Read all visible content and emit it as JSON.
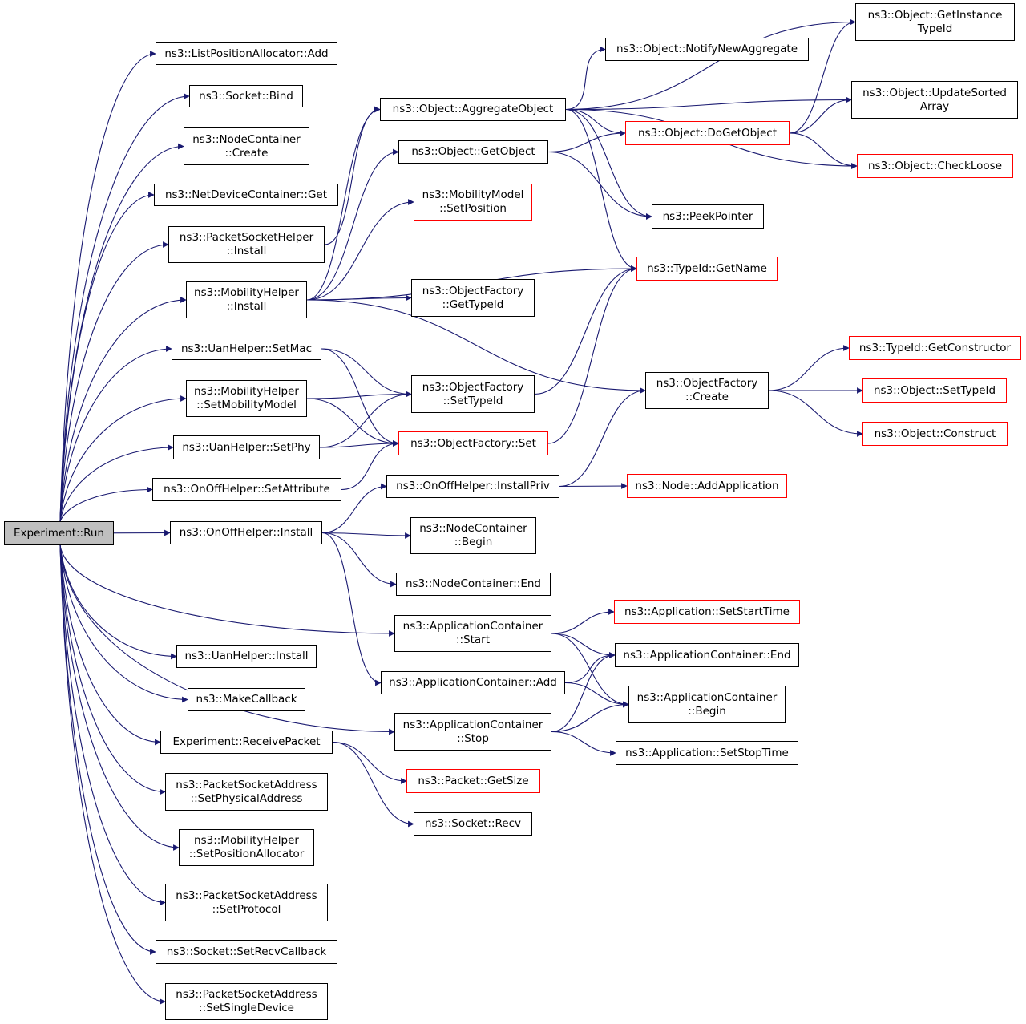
{
  "graph": {
    "edge_color": "#191970",
    "nodes": {
      "run": {
        "lines": [
          "Experiment::Run"
        ],
        "style": "root"
      },
      "lpa_add": {
        "lines": [
          "ns3::ListPositionAllocator::Add"
        ],
        "style": "normal"
      },
      "sock_bind": {
        "lines": [
          "ns3::Socket::Bind"
        ],
        "style": "normal"
      },
      "nc_create": {
        "lines": [
          "ns3::NodeContainer",
          "::Create"
        ],
        "style": "normal"
      },
      "ndc_get": {
        "lines": [
          "ns3::NetDeviceContainer::Get"
        ],
        "style": "normal"
      },
      "psh_install": {
        "lines": [
          "ns3::PacketSocketHelper",
          "::Install"
        ],
        "style": "normal"
      },
      "mh_install": {
        "lines": [
          "ns3::MobilityHelper",
          "::Install"
        ],
        "style": "normal"
      },
      "uan_setmac": {
        "lines": [
          "ns3::UanHelper::SetMac"
        ],
        "style": "normal"
      },
      "mh_setmm": {
        "lines": [
          "ns3::MobilityHelper",
          "::SetMobilityModel"
        ],
        "style": "normal"
      },
      "uan_setphy": {
        "lines": [
          "ns3::UanHelper::SetPhy"
        ],
        "style": "normal"
      },
      "ooh_setattr": {
        "lines": [
          "ns3::OnOffHelper::SetAttribute"
        ],
        "style": "normal"
      },
      "ooh_install": {
        "lines": [
          "ns3::OnOffHelper::Install"
        ],
        "style": "normal"
      },
      "uan_install": {
        "lines": [
          "ns3::UanHelper::Install"
        ],
        "style": "normal"
      },
      "make_cb": {
        "lines": [
          "ns3::MakeCallback"
        ],
        "style": "normal"
      },
      "recv_pkt": {
        "lines": [
          "Experiment::ReceivePacket"
        ],
        "style": "normal"
      },
      "psa_setphys": {
        "lines": [
          "ns3::PacketSocketAddress",
          "::SetPhysicalAddress"
        ],
        "style": "normal"
      },
      "mh_setpa": {
        "lines": [
          "ns3::MobilityHelper",
          "::SetPositionAllocator"
        ],
        "style": "normal"
      },
      "psa_setproto": {
        "lines": [
          "ns3::PacketSocketAddress",
          "::SetProtocol"
        ],
        "style": "normal"
      },
      "sock_setrecvcb": {
        "lines": [
          "ns3::Socket::SetRecvCallback"
        ],
        "style": "normal"
      },
      "psa_setsingle": {
        "lines": [
          "ns3::PacketSocketAddress",
          "::SetSingleDevice"
        ],
        "style": "normal"
      },
      "obj_aggregate": {
        "lines": [
          "ns3::Object::AggregateObject"
        ],
        "style": "normal"
      },
      "obj_getobject": {
        "lines": [
          "ns3::Object::GetObject"
        ],
        "style": "normal"
      },
      "mm_setpos": {
        "lines": [
          "ns3::MobilityModel",
          "::SetPosition"
        ],
        "style": "red"
      },
      "of_gettypeid": {
        "lines": [
          "ns3::ObjectFactory",
          "::GetTypeId"
        ],
        "style": "normal"
      },
      "of_settypeid": {
        "lines": [
          "ns3::ObjectFactory",
          "::SetTypeId"
        ],
        "style": "normal"
      },
      "of_set": {
        "lines": [
          "ns3::ObjectFactory::Set"
        ],
        "style": "red"
      },
      "ooh_installpriv": {
        "lines": [
          "ns3::OnOffHelper::InstallPriv"
        ],
        "style": "normal"
      },
      "nc_begin": {
        "lines": [
          "ns3::NodeContainer",
          "::Begin"
        ],
        "style": "normal"
      },
      "nc_end": {
        "lines": [
          "ns3::NodeContainer::End"
        ],
        "style": "normal"
      },
      "ac_start": {
        "lines": [
          "ns3::ApplicationContainer",
          "::Start"
        ],
        "style": "normal"
      },
      "ac_add": {
        "lines": [
          "ns3::ApplicationContainer::Add"
        ],
        "style": "normal"
      },
      "ac_stop": {
        "lines": [
          "ns3::ApplicationContainer",
          "::Stop"
        ],
        "style": "normal"
      },
      "pkt_getsize": {
        "lines": [
          "ns3::Packet::GetSize"
        ],
        "style": "red"
      },
      "sock_recv": {
        "lines": [
          "ns3::Socket::Recv"
        ],
        "style": "normal"
      },
      "obj_notify": {
        "lines": [
          "ns3::Object::NotifyNewAggregate"
        ],
        "style": "normal"
      },
      "obj_dogetobject": {
        "lines": [
          "ns3::Object::DoGetObject"
        ],
        "style": "red"
      },
      "peekpointer": {
        "lines": [
          "ns3::PeekPointer"
        ],
        "style": "normal"
      },
      "typeid_getname": {
        "lines": [
          "ns3::TypeId::GetName"
        ],
        "style": "red"
      },
      "of_create": {
        "lines": [
          "ns3::ObjectFactory",
          "::Create"
        ],
        "style": "normal"
      },
      "node_addapp": {
        "lines": [
          "ns3::Node::AddApplication"
        ],
        "style": "red"
      },
      "app_setstart": {
        "lines": [
          "ns3::Application::SetStartTime"
        ],
        "style": "red"
      },
      "ac_end": {
        "lines": [
          "ns3::ApplicationContainer::End"
        ],
        "style": "normal"
      },
      "ac_begin": {
        "lines": [
          "ns3::ApplicationContainer",
          "::Begin"
        ],
        "style": "normal"
      },
      "app_setstop": {
        "lines": [
          "ns3::Application::SetStopTime"
        ],
        "style": "normal"
      },
      "obj_getinst": {
        "lines": [
          "ns3::Object::GetInstance",
          "TypeId"
        ],
        "style": "normal"
      },
      "obj_updsorted": {
        "lines": [
          "ns3::Object::UpdateSorted",
          "Array"
        ],
        "style": "normal"
      },
      "obj_checkloose": {
        "lines": [
          "ns3::Object::CheckLoose"
        ],
        "style": "red"
      },
      "typeid_getctor": {
        "lines": [
          "ns3::TypeId::GetConstructor"
        ],
        "style": "red"
      },
      "obj_settypeid": {
        "lines": [
          "ns3::Object::SetTypeId"
        ],
        "style": "red"
      },
      "obj_construct": {
        "lines": [
          "ns3::Object::Construct"
        ],
        "style": "red"
      }
    },
    "edges": [
      [
        "run",
        "lpa_add"
      ],
      [
        "run",
        "sock_bind"
      ],
      [
        "run",
        "nc_create"
      ],
      [
        "run",
        "ndc_get"
      ],
      [
        "run",
        "psh_install"
      ],
      [
        "run",
        "mh_install"
      ],
      [
        "run",
        "uan_setmac"
      ],
      [
        "run",
        "mh_setmm"
      ],
      [
        "run",
        "uan_setphy"
      ],
      [
        "run",
        "ooh_setattr"
      ],
      [
        "run",
        "ooh_install"
      ],
      [
        "run",
        "ac_start"
      ],
      [
        "run",
        "ac_stop"
      ],
      [
        "run",
        "uan_install"
      ],
      [
        "run",
        "make_cb"
      ],
      [
        "run",
        "recv_pkt"
      ],
      [
        "run",
        "psa_setphys"
      ],
      [
        "run",
        "mh_setpa"
      ],
      [
        "run",
        "psa_setproto"
      ],
      [
        "run",
        "sock_setrecvcb"
      ],
      [
        "run",
        "psa_setsingle"
      ],
      [
        "psh_install",
        "obj_aggregate"
      ],
      [
        "mh_install",
        "obj_aggregate"
      ],
      [
        "mh_install",
        "obj_getobject"
      ],
      [
        "mh_install",
        "mm_setpos"
      ],
      [
        "mh_install",
        "of_gettypeid"
      ],
      [
        "mh_install",
        "typeid_getname"
      ],
      [
        "mh_install",
        "of_create"
      ],
      [
        "uan_setmac",
        "of_settypeid"
      ],
      [
        "uan_setmac",
        "of_set"
      ],
      [
        "mh_setmm",
        "of_settypeid"
      ],
      [
        "mh_setmm",
        "of_set"
      ],
      [
        "uan_setphy",
        "of_settypeid"
      ],
      [
        "uan_setphy",
        "of_set"
      ],
      [
        "ooh_setattr",
        "of_set"
      ],
      [
        "ooh_install",
        "ooh_installpriv"
      ],
      [
        "ooh_install",
        "nc_begin"
      ],
      [
        "ooh_install",
        "nc_end"
      ],
      [
        "ooh_install",
        "ac_add"
      ],
      [
        "obj_aggregate",
        "obj_getinst"
      ],
      [
        "obj_aggregate",
        "obj_notify"
      ],
      [
        "obj_aggregate",
        "obj_updsorted"
      ],
      [
        "obj_aggregate",
        "obj_dogetobject"
      ],
      [
        "obj_aggregate",
        "obj_checkloose"
      ],
      [
        "obj_aggregate",
        "peekpointer"
      ],
      [
        "obj_aggregate",
        "typeid_getname"
      ],
      [
        "obj_getobject",
        "obj_dogetobject"
      ],
      [
        "obj_getobject",
        "peekpointer"
      ],
      [
        "obj_dogetobject",
        "obj_getinst"
      ],
      [
        "obj_dogetobject",
        "obj_updsorted"
      ],
      [
        "obj_dogetobject",
        "obj_checkloose"
      ],
      [
        "of_settypeid",
        "typeid_getname"
      ],
      [
        "of_set",
        "typeid_getname"
      ],
      [
        "of_create",
        "typeid_getctor"
      ],
      [
        "of_create",
        "obj_settypeid"
      ],
      [
        "of_create",
        "obj_construct"
      ],
      [
        "ooh_installpriv",
        "of_create"
      ],
      [
        "ooh_installpriv",
        "node_addapp"
      ],
      [
        "ac_start",
        "app_setstart"
      ],
      [
        "ac_start",
        "ac_end"
      ],
      [
        "ac_start",
        "ac_begin"
      ],
      [
        "ac_add",
        "ac_end"
      ],
      [
        "ac_add",
        "ac_begin"
      ],
      [
        "ac_stop",
        "ac_begin"
      ],
      [
        "ac_stop",
        "ac_end"
      ],
      [
        "ac_stop",
        "app_setstop"
      ],
      [
        "recv_pkt",
        "pkt_getsize"
      ],
      [
        "recv_pkt",
        "sock_recv"
      ]
    ]
  }
}
